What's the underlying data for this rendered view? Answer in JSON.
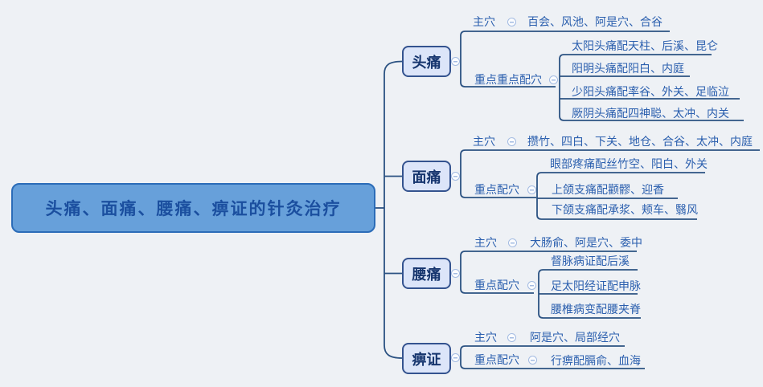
{
  "root": {
    "label": "头痛、面痛、腰痛、痹证的针灸治疗"
  },
  "branches": [
    {
      "label": "头痛",
      "main": {
        "label": "主穴",
        "content": "百会、风池、阿是穴、合谷"
      },
      "key": {
        "label": "重点重点配穴",
        "items": [
          "太阳头痛配天柱、后溪、昆仑",
          "阳明头痛配阳白、内庭",
          "少阳头痛配率谷、外关、足临泣",
          "厥阴头痛配四神聪、太冲、内关"
        ]
      }
    },
    {
      "label": "面痛",
      "main": {
        "label": "主穴",
        "content": "攒竹、四白、下关、地仓、合谷、太冲、内庭"
      },
      "key": {
        "label": "重点配穴",
        "items": [
          "眼部疼痛配丝竹空、阳白、外关",
          "上颌支痛配颧髎、迎香",
          "下颌支痛配承浆、颊车、翳风"
        ]
      }
    },
    {
      "label": "腰痛",
      "main": {
        "label": "主穴",
        "content": "大肠俞、阿是穴、委中"
      },
      "key": {
        "label": "重点配穴",
        "items": [
          "督脉病证配后溪",
          "足太阳经证配申脉",
          "腰椎病变配腰夹脊"
        ]
      }
    },
    {
      "label": "痹证",
      "main": {
        "label": "主穴",
        "content": "阿是穴、局部经穴"
      },
      "key": {
        "label": "重点配穴",
        "items": [
          "行痹配膈俞、血海"
        ]
      }
    }
  ],
  "icons": {
    "collapse": "minus-circle-icon"
  },
  "colors": {
    "background": "#eef1f5",
    "root_fill": "#67a0da",
    "root_border": "#2b6cb8",
    "root_text": "#1b4f9f",
    "branch_fill": "#dce5f9",
    "branch_border": "#34538f",
    "branch_text": "#16356e",
    "line": "#2b5282",
    "row_text": "#2b5fae",
    "collapse_icon": "#a3bbe2"
  }
}
